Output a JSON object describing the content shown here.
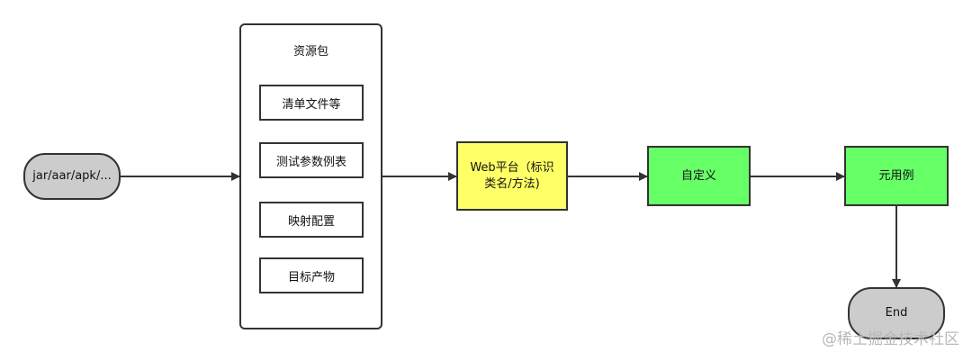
{
  "nodes": {
    "start": "jar/aar/apk/...",
    "resource_pack": {
      "title": "资源包",
      "items": [
        "清单文件等",
        "测试参数例表",
        "映射配置",
        "目标产物"
      ]
    },
    "web_platform": "Web平台（标识类名/方法)",
    "custom": "自定义",
    "meta_case": "元用例",
    "end": "End"
  },
  "colors": {
    "start_fill": "#cccccc",
    "web_fill": "#ffff66",
    "green_fill": "#66ff66",
    "stroke": "#333333"
  },
  "watermark": "@稀土掘金技术社区"
}
